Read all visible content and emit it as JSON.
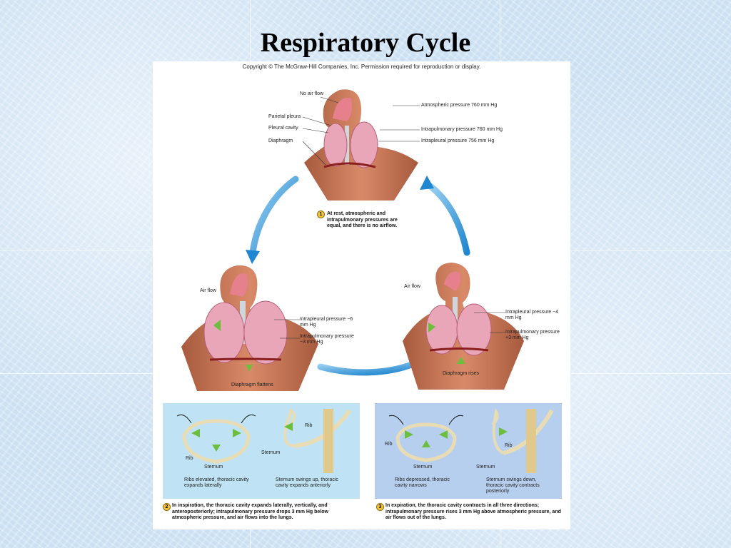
{
  "title": "Respiratory Cycle",
  "copyright": "Copyright © The McGraw-Hill Companies, Inc. Permission required for reproduction or display.",
  "rest": {
    "no_air_flow": "No air flow",
    "parietal_pleura": "Parietal pleura",
    "pleural_cavity": "Pleural cavity",
    "diaphragm": "Diaphragm",
    "atmospheric": "Atmospheric pressure 760 mm Hg",
    "intrapulmonary": "Intrapulmonary pressure 760 mm Hg",
    "intrapleural": "Intrapleural pressure 756 mm Hg",
    "step_num": "1",
    "step_text": "At rest, atmospheric and intrapulmonary pressures are equal, and there is no airflow."
  },
  "inspiration": {
    "air_flow": "Air flow",
    "intrapleural": "Intrapleural pressure −6 mm Hg",
    "intrapulmonary": "Intrapulmonary pressure −3 mm Hg",
    "diaphragm": "Diaphragm flattens",
    "rib": "Rib",
    "sternum": "Sternum",
    "rib2": "Rib",
    "sternum2": "Sternum",
    "caption_left": "Ribs elevated, thoracic cavity expands laterally",
    "caption_right": "Sternum swings up, thoracic cavity expands anteriorly",
    "step_num": "2",
    "step_text": "In inspiration, the thoracic cavity expands laterally, vertically, and anteroposteriorly; intrapulmonary pressure drops 3 mm Hg below atmospheric pressure, and air flows into the lungs."
  },
  "expiration": {
    "air_flow": "Air flow",
    "intrapleural": "Intrapleural pressure −4 mm Hg",
    "intrapulmonary": "Intrapulmonary pressure +3 mm Hg",
    "diaphragm": "Diaphragm rises",
    "rib": "Rib",
    "sternum": "Sternum",
    "rib2": "Rib",
    "sternum2": "Sternum",
    "caption_left": "Ribs depressed, thoracic cavity narrows",
    "caption_right": "Sternum swings down, thoracic cavity contracts posteriorly",
    "step_num": "3",
    "step_text": "In expiration, the thoracic cavity contracts in all three directions; intrapulmonary pressure rises 3 mm Hg above atmospheric pressure, and air flows out of the lungs."
  },
  "colors": {
    "skin": "#c9775a",
    "lung": "#e9a6b8",
    "cycle_arrow": "#3c9ad6",
    "panel_inspiration": "#bfe3f4",
    "panel_expiration": "#b7cfee",
    "motion_arrow": "#6cbf3c"
  }
}
